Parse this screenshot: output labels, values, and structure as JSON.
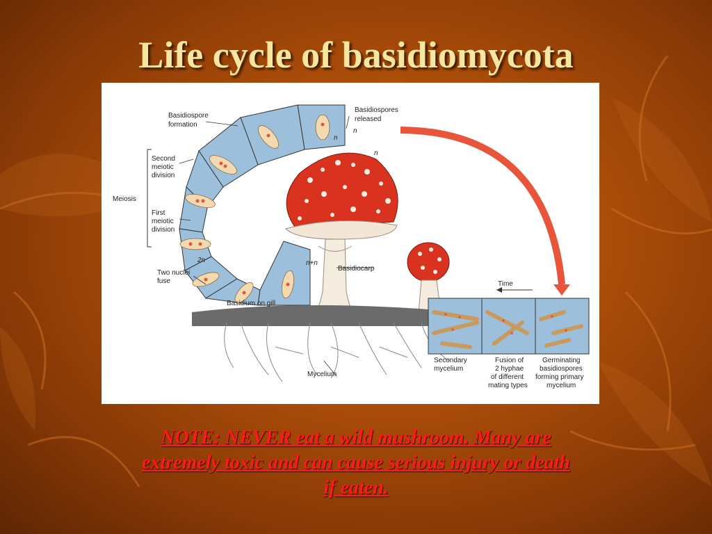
{
  "slide": {
    "title": "Life cycle of basidiomycota",
    "note_lines": [
      "NOTE: NEVER eat a wild mushroom.  Many are",
      "extremely toxic and can cause serious injury or death",
      "if eaten."
    ]
  },
  "diagram": {
    "labels": {
      "basidiospore_formation": [
        "Basidiospore",
        "formation"
      ],
      "basidiospores_released": [
        "Basidiospores",
        "released"
      ],
      "second_meiotic_division": [
        "Second",
        "meiotic",
        "division"
      ],
      "meiosis": "Meiosis",
      "first_meiotic_division": [
        "First",
        "meiotic",
        "division"
      ],
      "two_nuclei_fuse": [
        "Two nuclei",
        "fuse"
      ],
      "basidium_on_gill": "Basidium on gill",
      "basidiocarp": "Basidiocarp",
      "time": "Time",
      "mycelium": "Mycelium",
      "secondary_mycelium": [
        "Secondary",
        "mycelium"
      ],
      "fusion_of_hyphae": [
        "Fusion of",
        "2 hyphae",
        "of different",
        "mating types"
      ],
      "germinating_basidiospores": [
        "Germinating",
        "basidiospores",
        "forming primary",
        "mycelium"
      ],
      "ploidy_n": "n",
      "ploidy_2n": "2n",
      "ploidy_n_plus_n": "n+n"
    }
  },
  "colors": {
    "background": "#b0500a",
    "title": "#f6e6a0",
    "note": "#ff1a1a",
    "cap_red": "#d9321e",
    "panel_blue": "#9cc0dc",
    "arrow_red": "#e8553a"
  }
}
